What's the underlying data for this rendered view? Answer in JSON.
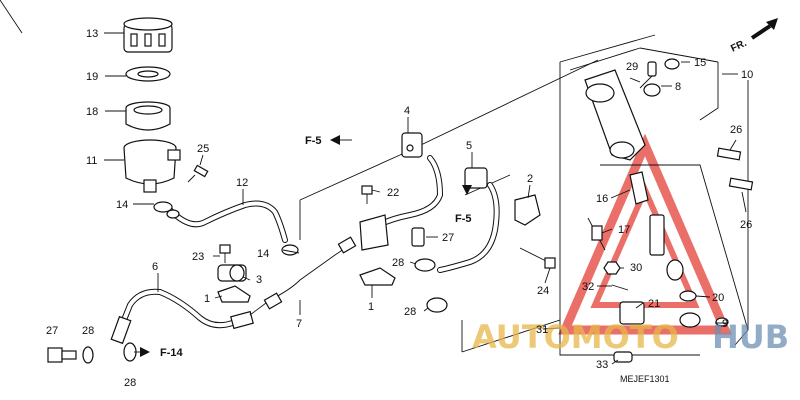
{
  "diagram": {
    "code": "MEJEF1301",
    "direction_label": "FR.",
    "refs": {
      "f5_a": "F-5",
      "f5_b": "F-5",
      "f14": "F-14"
    },
    "parts": {
      "p1a": "1",
      "p1b": "1",
      "p2": "2",
      "p3": "3",
      "p4": "4",
      "p5": "5",
      "p6": "6",
      "p7": "7",
      "p8": "8",
      "p9": "9",
      "p10": "10",
      "p11": "11",
      "p12": "12",
      "p13": "13",
      "p14a": "14",
      "p14b": "14",
      "p15": "15",
      "p16": "16",
      "p17": "17",
      "p18": "18",
      "p19": "19",
      "p20": "20",
      "p21": "21",
      "p22": "22",
      "p23": "23",
      "p24": "24",
      "p25": "25",
      "p26a": "26",
      "p26b": "26",
      "p27a": "27",
      "p27b": "27",
      "p28a": "28",
      "p28b": "28",
      "p28c": "28",
      "p28d": "28",
      "p29": "29",
      "p30": "30",
      "p31": "31",
      "p32": "32",
      "p33": "33"
    },
    "watermark": {
      "brand_left": "AUTOMOTO",
      "brand_right": "HUB"
    },
    "colors": {
      "watermark_red": "#e8564f",
      "watermark_gold": "#e8b84a",
      "watermark_blue": "#6e8fb3"
    }
  }
}
